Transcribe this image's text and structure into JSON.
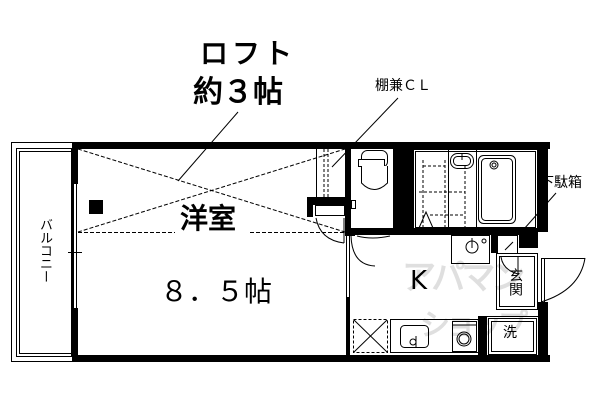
{
  "floor_plan": {
    "loft": {
      "title": "ロフト",
      "size": "約３帖"
    },
    "rooms": {
      "western_room": {
        "name": "洋室",
        "size": "８．５帖"
      },
      "kitchen": {
        "name": "K"
      },
      "balcony": {
        "name": "バルコニー"
      },
      "entrance": {
        "name": "玄関"
      },
      "washer": {
        "name": "洗"
      }
    },
    "callouts": {
      "shelf_closet": "棚兼ＣＬ",
      "shoe_box": "下駄箱"
    },
    "watermark": {
      "line1": "アパマン",
      "line2": "ショップ"
    },
    "colors": {
      "wall": "#000000",
      "background": "#ffffff",
      "watermark": "#d8d8d8"
    }
  }
}
